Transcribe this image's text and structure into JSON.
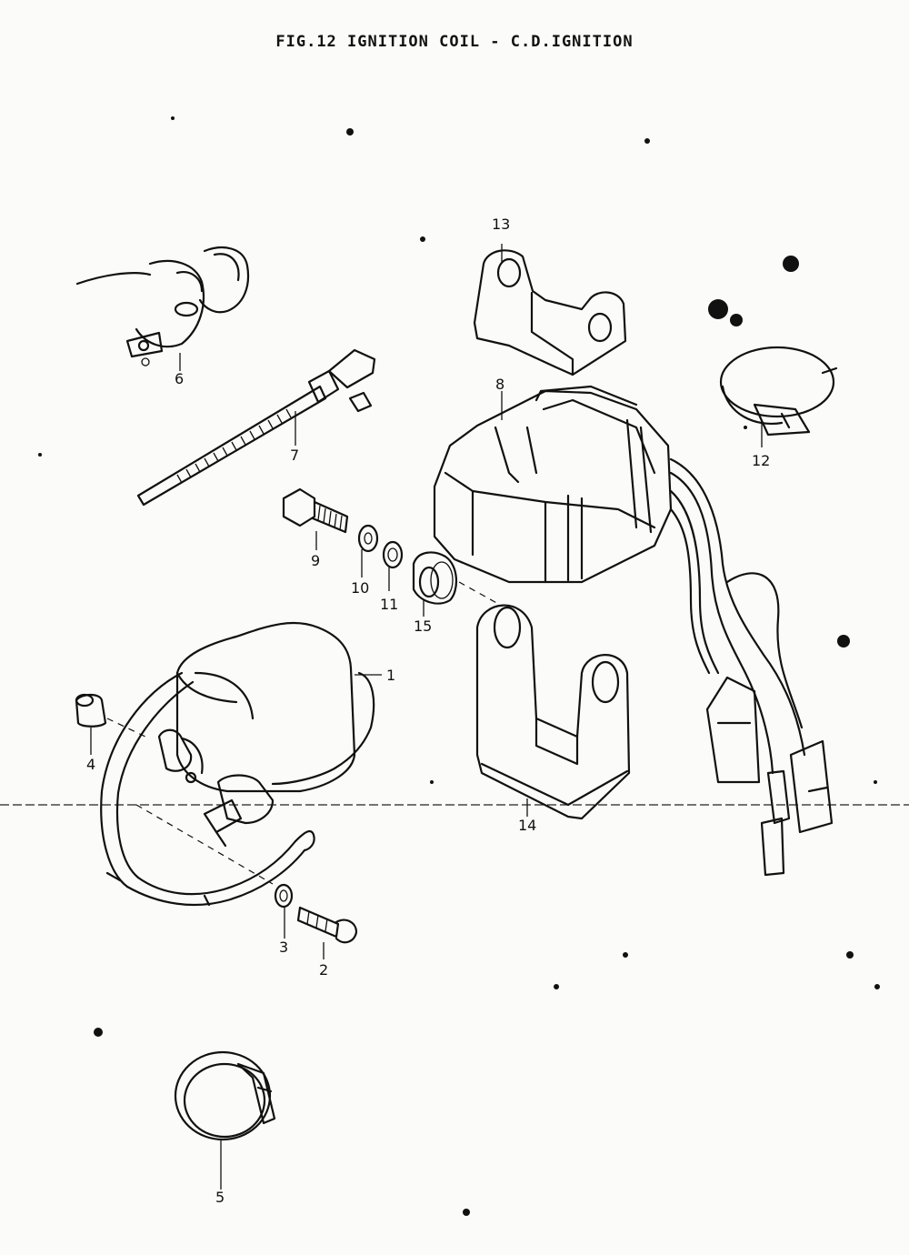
{
  "figure": {
    "title": "FIG.12  IGNITION COIL - C.D.IGNITION"
  },
  "callouts": {
    "c1": "1",
    "c2": "2",
    "c3": "3",
    "c4": "4",
    "c5": "5",
    "c6": "6",
    "c7": "7",
    "c8": "8",
    "c9": "9",
    "c10": "10",
    "c11": "11",
    "c12": "12",
    "c13": "13",
    "c14": "14",
    "c15": "15"
  },
  "colors": {
    "ink": "#111111",
    "paper": "#fbfbf9"
  }
}
